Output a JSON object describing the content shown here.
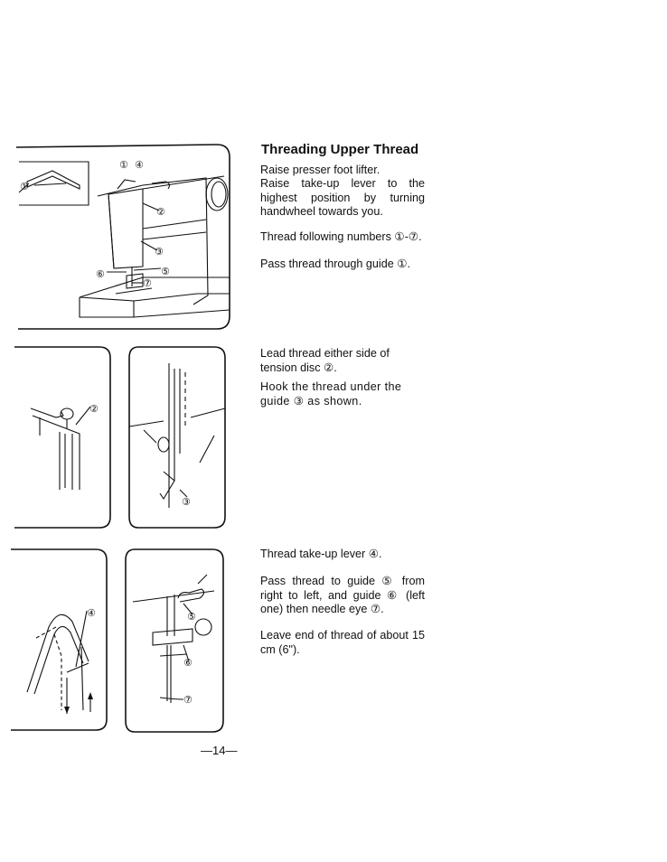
{
  "page": {
    "title": "Threading Upper Thread",
    "page_number": "—14—"
  },
  "section1": {
    "p1": "Raise presser foot lifter.",
    "p2": "Raise take-up lever to the highest position by turning handwheel towards you.",
    "p3": "Thread following numbers ①-⑦.",
    "p4": "Pass thread through guide ①."
  },
  "section2": {
    "p1": "Lead thread either side of tension disc ②.",
    "p2": "Hook the thread under the guide ③ as shown."
  },
  "section3": {
    "p1": "Thread take-up lever ④.",
    "p2": "Pass thread to guide ⑤ from right to left, and guide ⑥ (left one) then needle eye ⑦.",
    "p3": "Leave end of thread of about 15 cm (6\")."
  },
  "figure_labels": {
    "one": "①",
    "two": "②",
    "three": "③",
    "four": "④",
    "five": "⑤",
    "six": "⑥",
    "seven": "⑦"
  }
}
